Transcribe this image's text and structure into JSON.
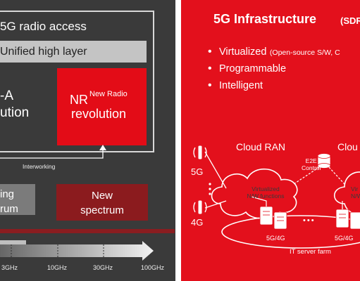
{
  "left_panel": {
    "access_title": "5G radio access",
    "unified_label": "Unified high layer",
    "lte_line1": "-A",
    "lte_line2": "ution",
    "nr_title": "NR",
    "nr_superscript": "New Radio",
    "nr_subtitle": "revolution",
    "interworking_label": "Interworking",
    "existing_spectrum_line1": "ing",
    "existing_spectrum_line2": "rum",
    "new_spectrum_line1": "New",
    "new_spectrum_line2": "spectrum",
    "frequency_ticks": [
      "3GHz",
      "10GHz",
      "30GHz",
      "100GHz"
    ]
  },
  "right_panel": {
    "title": "5G Infrastructure",
    "title_suffix": "(SDR",
    "bullets": [
      {
        "main": "Virtualized",
        "detail": "(Open-source S/W, C"
      },
      {
        "main": "Programmable",
        "detail": ""
      },
      {
        "main": "Intelligent",
        "detail": ""
      }
    ],
    "diagram": {
      "cloud_ran_label": "Cloud RAN",
      "cloud_ran_right_label": "Clou",
      "label_5g": "5G",
      "label_4g": "4G",
      "e2e_control_line1": "E2E",
      "e2e_control_line2": "Control",
      "virtualized_line1": "Virtualized",
      "virtualized_line2": "N/W functions",
      "right_cloud_line1": "Vir",
      "right_cloud_line2": "N/W",
      "server_label_1": "5G/4G",
      "server_label_2": "5G/4G",
      "server_dots": "•••",
      "it_server_farm": "IT server farm"
    }
  },
  "colors": {
    "dark_bg": "#3a3a3a",
    "brand_red": "#e3101c",
    "nr_red": "#e30c17",
    "dark_red": "#8b1b1e",
    "gray_bar": "#c4c4c4"
  }
}
